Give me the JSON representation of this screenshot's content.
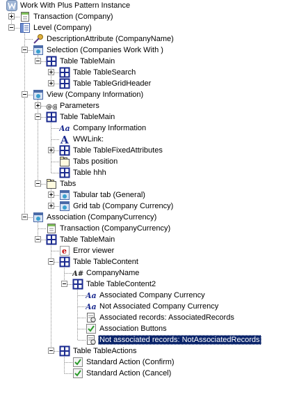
{
  "tree": [
    {
      "depth": 0,
      "label": "Work With Plus Pattern Instance",
      "icon": "workwith-plus-icon",
      "exp": ""
    },
    {
      "depth": 1,
      "label": "Transaction (Company)",
      "icon": "transaction-icon",
      "exp": "plus"
    },
    {
      "depth": 1,
      "label": "Level (Company)",
      "icon": "level-icon",
      "exp": "minus"
    },
    {
      "depth": 2,
      "label": "DescriptionAttribute (CompanyName)",
      "icon": "description-attribute-icon",
      "exp": ""
    },
    {
      "depth": 2,
      "label": "Selection (Companies Work With  )",
      "icon": "selection-icon",
      "exp": "minus"
    },
    {
      "depth": 3,
      "label": "Table TableMain",
      "icon": "table-icon",
      "exp": "minus"
    },
    {
      "depth": 4,
      "label": "Table TableSearch",
      "icon": "table-icon",
      "exp": "plus"
    },
    {
      "depth": 4,
      "label": "Table TableGridHeader",
      "icon": "table-icon",
      "exp": "plus"
    },
    {
      "depth": 2,
      "label": "View (Company Information)",
      "icon": "view-icon",
      "exp": "minus"
    },
    {
      "depth": 3,
      "label": "Parameters",
      "icon": "parameters-icon",
      "exp": "plus"
    },
    {
      "depth": 3,
      "label": "Table TableMain",
      "icon": "table-icon",
      "exp": "minus"
    },
    {
      "depth": 4,
      "label": "Company Information",
      "icon": "text-block-icon",
      "exp": ""
    },
    {
      "depth": 4,
      "label": "WWLink:",
      "icon": "text-a-icon",
      "exp": ""
    },
    {
      "depth": 4,
      "label": "Table TableFixedAttributes",
      "icon": "table-icon",
      "exp": "plus"
    },
    {
      "depth": 4,
      "label": "Tabs position",
      "icon": "tabs-icon",
      "exp": ""
    },
    {
      "depth": 4,
      "label": "Table hhh",
      "icon": "table-icon",
      "exp": ""
    },
    {
      "depth": 3,
      "label": "Tabs",
      "icon": "tabs-icon",
      "exp": "minus"
    },
    {
      "depth": 4,
      "label": "Tabular tab (General)",
      "icon": "tab-icon",
      "exp": "plus"
    },
    {
      "depth": 4,
      "label": "Grid tab (Company Currency)",
      "icon": "tab-icon",
      "exp": "plus"
    },
    {
      "depth": 2,
      "label": "Association (CompanyCurrency)",
      "icon": "association-icon",
      "exp": "minus"
    },
    {
      "depth": 3,
      "label": "Transaction (CompanyCurrency)",
      "icon": "transaction-icon",
      "exp": ""
    },
    {
      "depth": 3,
      "label": "Table TableMain",
      "icon": "table-icon",
      "exp": "minus"
    },
    {
      "depth": 4,
      "label": "Error viewer",
      "icon": "error-viewer-icon",
      "exp": ""
    },
    {
      "depth": 4,
      "label": "Table TableContent",
      "icon": "table-icon",
      "exp": "minus"
    },
    {
      "depth": 5,
      "label": "CompanyName",
      "icon": "attribute-icon",
      "exp": ""
    },
    {
      "depth": 5,
      "label": "Table TableContent2",
      "icon": "table-icon",
      "exp": "minus"
    },
    {
      "depth": 6,
      "label": "Associated Company Currency",
      "icon": "text-block-icon",
      "exp": ""
    },
    {
      "depth": 6,
      "label": "Not Associated Company Currency",
      "icon": "text-block-icon",
      "exp": ""
    },
    {
      "depth": 6,
      "label": "Associated records: AssociatedRecords",
      "icon": "records-icon",
      "exp": ""
    },
    {
      "depth": 6,
      "label": "Association Buttons",
      "icon": "action-icon",
      "exp": ""
    },
    {
      "depth": 6,
      "label": "Not associated records: NotAssociatedRecords",
      "icon": "records-icon",
      "exp": "",
      "selected": true
    },
    {
      "depth": 4,
      "label": "Table TableActions",
      "icon": "table-icon",
      "exp": "minus"
    },
    {
      "depth": 5,
      "label": "Standard Action (Confirm)",
      "icon": "action-icon",
      "exp": ""
    },
    {
      "depth": 5,
      "label": "Standard Action (Cancel)",
      "icon": "action-icon",
      "exp": ""
    }
  ],
  "colors": {
    "selection_bg": "#0a246a",
    "tree_lines": "#8c8c8c",
    "table_icon": "#1a2a8f"
  },
  "glyphs": {
    "text_block": "Aa",
    "text_a": "A",
    "attribute": "A#",
    "parameters": "@@",
    "error_viewer": "e"
  }
}
